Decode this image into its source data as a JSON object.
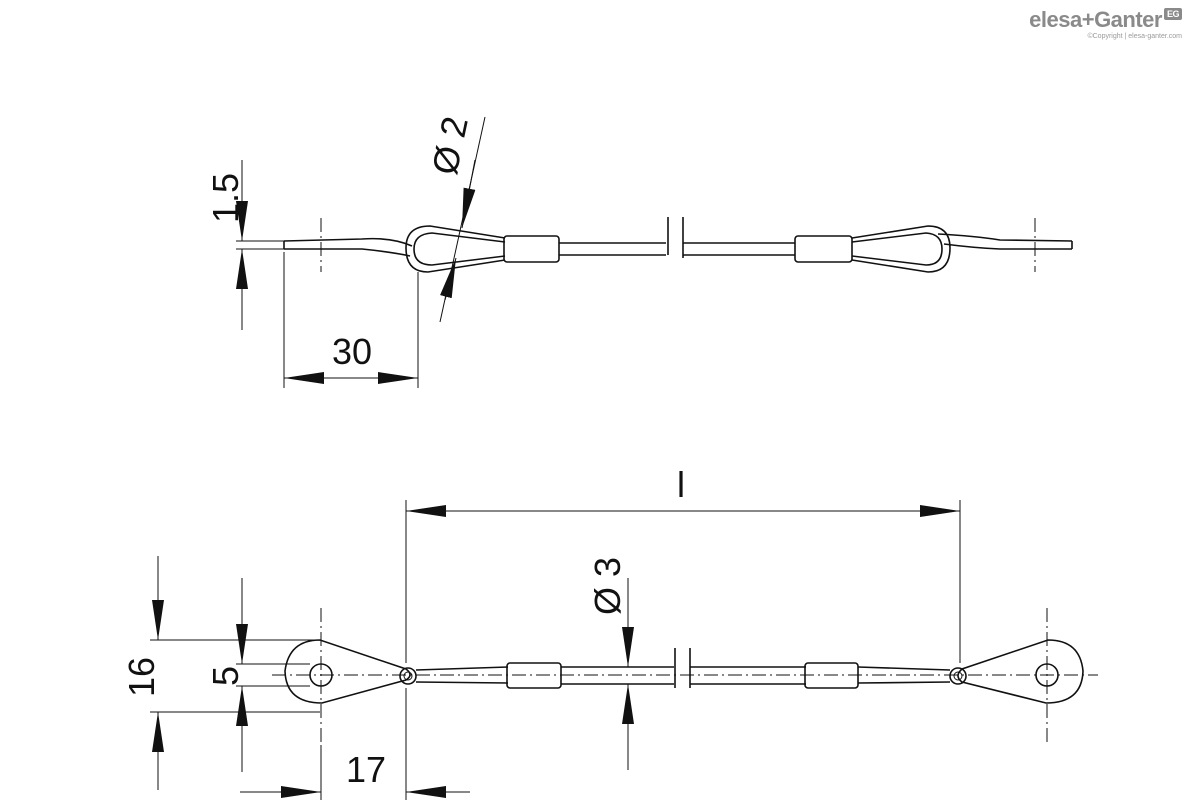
{
  "logo": {
    "brand": "elesa+Ganter",
    "badge": "EG",
    "copyright": "©Copyright | elesa-ganter.com"
  },
  "dimensions": {
    "side_view": {
      "thickness": "1.5",
      "wire_diameter": "Ø 2",
      "loop_length": "30"
    },
    "top_view": {
      "length": "l",
      "ring_width": "16",
      "hole_diameter": "5",
      "cable_diameter": "Ø 3",
      "ring_offset": "17"
    }
  },
  "colors": {
    "line": "#111111",
    "logo": "#8a8a8a"
  }
}
